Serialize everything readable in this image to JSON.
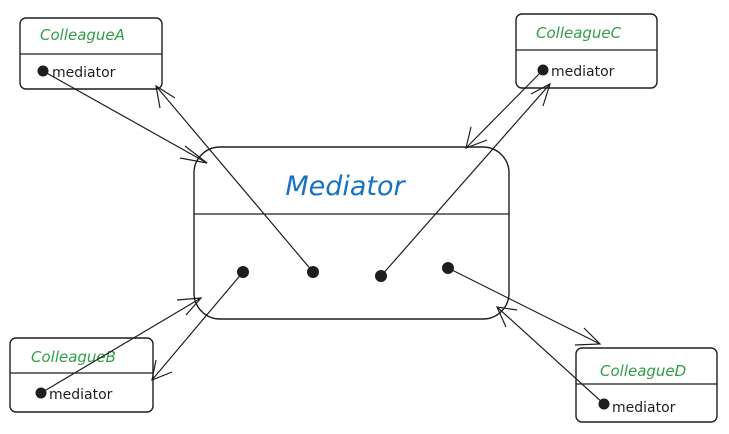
{
  "mediator": {
    "title": "Mediator"
  },
  "colleagues": [
    {
      "id": "a",
      "title": "ColleagueA",
      "attribute": "mediator"
    },
    {
      "id": "b",
      "title": "ColleagueB",
      "attribute": "mediator"
    },
    {
      "id": "c",
      "title": "ColleagueC",
      "attribute": "mediator"
    },
    {
      "id": "d",
      "title": "ColleagueD",
      "attribute": "mediator"
    }
  ],
  "colors": {
    "colleague_title": "#2f9e44",
    "mediator_title": "#1971c2",
    "stroke": "#1e1e1e",
    "background": "#ffffff"
  }
}
